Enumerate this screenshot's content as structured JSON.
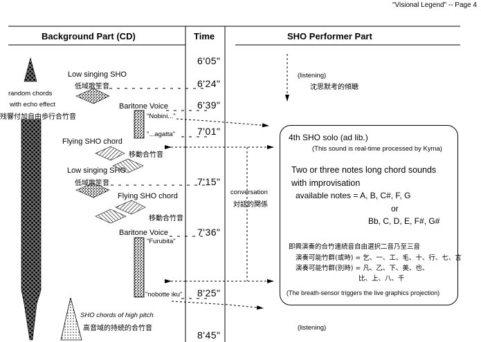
{
  "page_header": "\"Visional Legend\" -- Page 4",
  "columns": {
    "background": "Background Part (CD)",
    "time": "Time",
    "performer": "SHO Performer Part"
  },
  "times": [
    "6'05\"",
    "6'24\"",
    "6'39\"",
    "7'01\"",
    "7'15\"",
    "7'36\"",
    "8'25\"",
    "8'45\""
  ],
  "background": {
    "random_chords": {
      "line1": "random chords",
      "line2": "with echo effect",
      "line3_cjk": "残響付加自由歩行合竹音"
    },
    "low_singing_1": {
      "en": "Low singing SHO",
      "cjk": "低域歌笙音"
    },
    "baritone_1": {
      "title": "Baritone Voice",
      "start": "\"Nobini...\"",
      "end": "\"...agatta\""
    },
    "flying_1": {
      "en": "Flying SHO chord",
      "cjk": "移動合竹音"
    },
    "low_singing_2": {
      "en": "Low singing SHO",
      "cjk": "低域歌笙音"
    },
    "flying_2": {
      "en": "Flying SHO chord",
      "cjk": "移動合竹音"
    },
    "baritone_2": {
      "title": "Baritone Voice",
      "start": "\"Furubita\"",
      "end": "\"nobotte iku\""
    },
    "high_pitch": {
      "en": "SHO chords of high pitch",
      "cjk": "高音域的持続的合竹音"
    }
  },
  "performer": {
    "listening_1": {
      "en": "(listening)",
      "cjk": "沈思默考的傾聴"
    },
    "conversation": {
      "en": "conversation",
      "cjk": "対話的関係"
    },
    "solo_box": {
      "title": "4th SHO solo (ad lib.)",
      "subtitle": "(This sound is real-time processed by Kyma)",
      "line1": "Two or three notes long chord sounds",
      "line2": "with improvisation",
      "line3": "available notes = A, B, C#, F, G",
      "line4": "or",
      "line5": "Bb, C, D, E, F#, G#",
      "cjk1": "即興演奏的合竹連続音自由選択二音乃至三音",
      "cjk2": "演奏可能竹群(或時) = 乞、一、工、毛、十、行、七、言",
      "cjk3": "演奏可能竹群(別時) = 凡、乙、下、美、也、",
      "cjk4": "比、上、八、千",
      "footer": "(The breath-sensor triggers the live graphics projection)"
    },
    "listening_2": {
      "en": "(listening)"
    }
  }
}
